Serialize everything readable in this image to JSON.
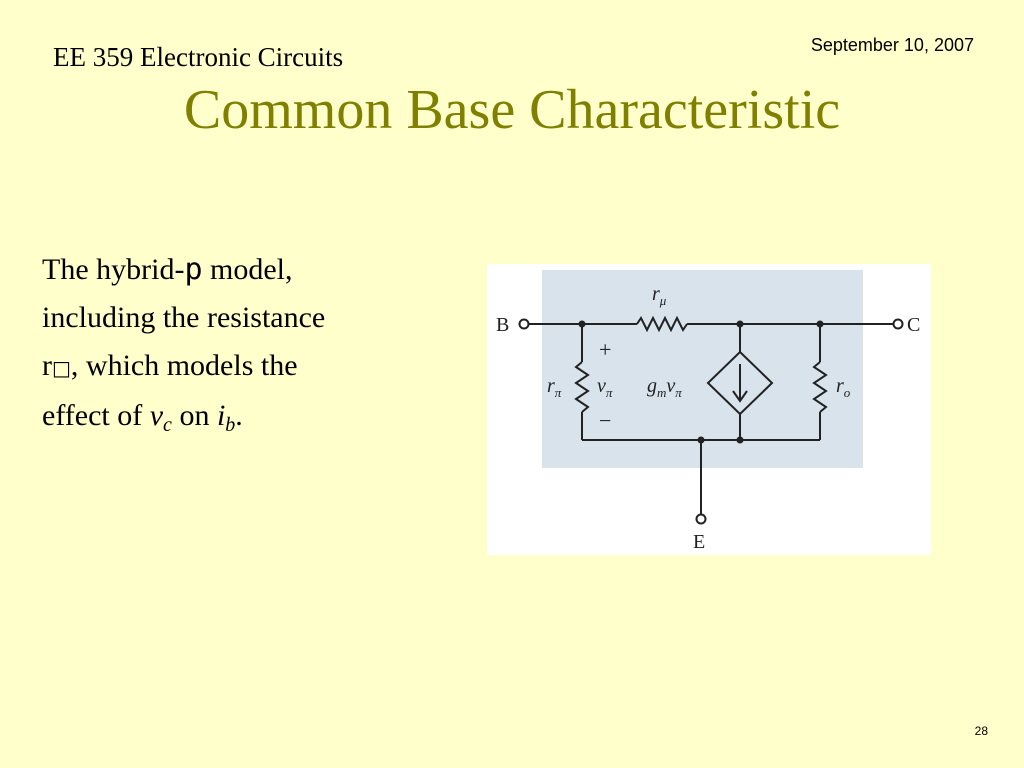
{
  "header": {
    "course": "EE 359 Electronic Circuits",
    "date": "September 10, 2007"
  },
  "slide": {
    "title": "Common Base Characteristic",
    "body": {
      "line1_a": "The hybrid-",
      "line1_greek": "p",
      "line1_b": " model,",
      "line2": "including the resistance",
      "line3_a": "r",
      "line3_box": "□",
      "line3_b": ", which models the",
      "line4_a": "effect of ",
      "var_v": "v",
      "sub_c": "c",
      "line4_on": " on ",
      "var_i": "i",
      "sub_b": "b",
      "line4_end": "."
    },
    "page_number": "28"
  },
  "circuit": {
    "node_b": "B",
    "node_c": "C",
    "node_e": "E",
    "r_mu_main": "r",
    "r_mu_sub": "μ",
    "r_pi_main": "r",
    "r_pi_sub": "π",
    "plus": "+",
    "minus": "−",
    "v_pi_main": "v",
    "v_pi_sub": "π",
    "gm_g": "g",
    "gm_sub": "m",
    "gm_v": "v",
    "gm_vsub": "π",
    "r_o_main": "r",
    "r_o_sub": "o",
    "box_color": "#d9e3ec"
  }
}
